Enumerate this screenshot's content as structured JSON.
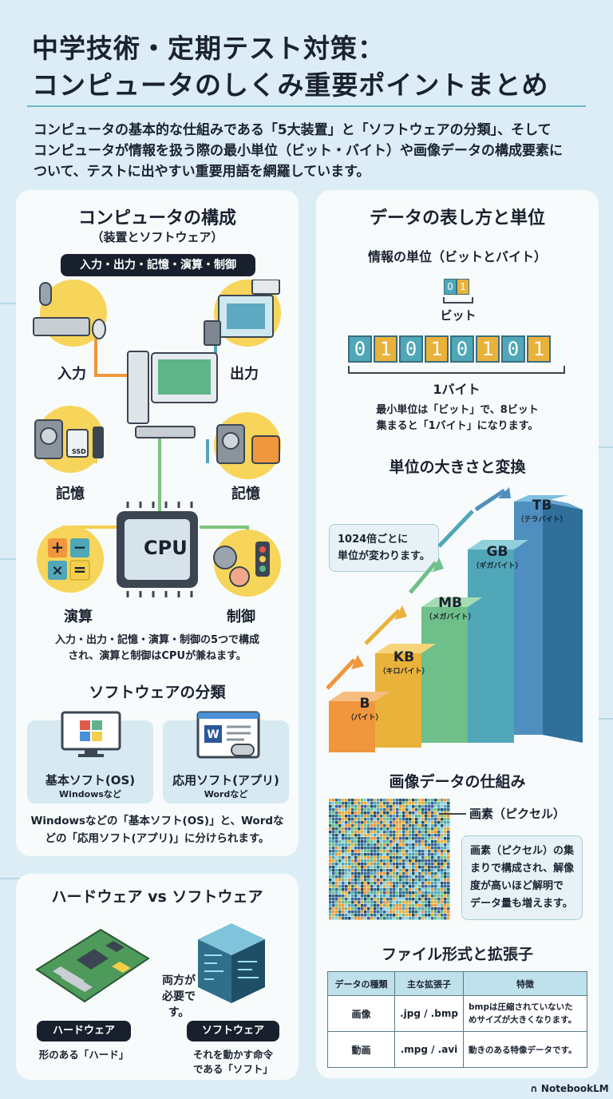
{
  "title_line1": "中学技術・定期テスト対策：",
  "title_line2": "コンピュータのしくみ重要ポイントまとめ",
  "intro": [
    "コンピュータの基本的な仕組みである「5大装置」と「ソフトウェアの分類」、そして",
    "コンピュータが情報を扱う際の最小単位（ビット・バイト）や画像データの構成要素に",
    "ついて、テストに出やすい重要用語を網羅しています。"
  ],
  "left_panel": {
    "title": "コンピュータの構成",
    "subtitle": "（装置とソフトウェア）",
    "five_units_label": "入力・出力・記憶・演算・制御",
    "labels": {
      "input": "入力",
      "output": "出力",
      "storage_left": "記憶",
      "storage_right": "記憶",
      "calc": "演算",
      "control": "制御",
      "cpu": "CPU",
      "ssd": "SSD"
    },
    "note_line1": "入力・出力・記憶・演算・制御の5つで構成",
    "note_line2": "され、演算と制御はCPUが兼ねます。",
    "software_title": "ソフトウェアの分類",
    "os": {
      "name": "基本ソフト(OS)",
      "example": "Windowsなど"
    },
    "app": {
      "name": "応用ソフト(アプリ)",
      "example": "Wordなど"
    },
    "software_note_line1": "Windowsなどの「基本ソフト(OS)」と、Wordな",
    "software_note_line2": "どの「応用ソフト(アプリ)」に分けられます。"
  },
  "hw_panel": {
    "title": "ハードウェア vs ソフトウェア",
    "both_line1": "両方が",
    "both_line2": "必要です。",
    "hardware": {
      "label": "ハードウェア",
      "desc": "形のある「ハード」"
    },
    "software": {
      "label": "ソフトウェア",
      "desc_line1": "それを動かす命令",
      "desc_line2": "である「ソフト」"
    }
  },
  "right_panel": {
    "title": "データの表し方と単位",
    "units_title": "情報の単位（ビットとバイト）",
    "bit_pair": [
      "0",
      "1"
    ],
    "bit_label": "ビット",
    "byte_bits": [
      "0",
      "1",
      "0",
      "1",
      "0",
      "1",
      "0",
      "1"
    ],
    "byte_label": "1バイト",
    "byte_note_line1": "最小単位は「ビット」で、8ビット",
    "byte_note_line2": "集まると「1バイト」になります。",
    "size_title": "単位の大きさと変換",
    "size_bubble_line1": "1024倍ごとに",
    "size_bubble_line2": "単位が変わります。",
    "steps": [
      {
        "unit": "B",
        "name": "（バイト）"
      },
      {
        "unit": "KB",
        "name": "（キロバイト）"
      },
      {
        "unit": "MB",
        "name": "（メガバイト）"
      },
      {
        "unit": "GB",
        "name": "（ギガバイト）"
      },
      {
        "unit": "TB",
        "name": "（テラバイト）"
      }
    ],
    "image_title": "画像データの仕組み",
    "pixel_label": "画素（ピクセル）",
    "pixel_note": [
      "画素（ピクセル）の集",
      "まりで構成され、解像",
      "度が高いほど解明で",
      "データ量も増えます。"
    ],
    "file_title": "ファイル形式と拡張子",
    "table_headers": [
      "データの種類",
      "主な拡張子",
      "特徴"
    ],
    "table_rows": [
      [
        "画像",
        ".jpg / .bmp",
        "bmpは圧縮されていないた",
        "めサイズが大きくなります。"
      ],
      [
        "動画",
        ".mpg / .avi",
        "動きのある特像データです。",
        ""
      ]
    ]
  },
  "brand": "NotebookLM",
  "colors": {
    "background": "#dcedf5",
    "accent_blue": "#4fa7b8",
    "accent_orange": "#f0963c",
    "accent_yellow": "#f3cf4a",
    "dark": "#17202c"
  }
}
